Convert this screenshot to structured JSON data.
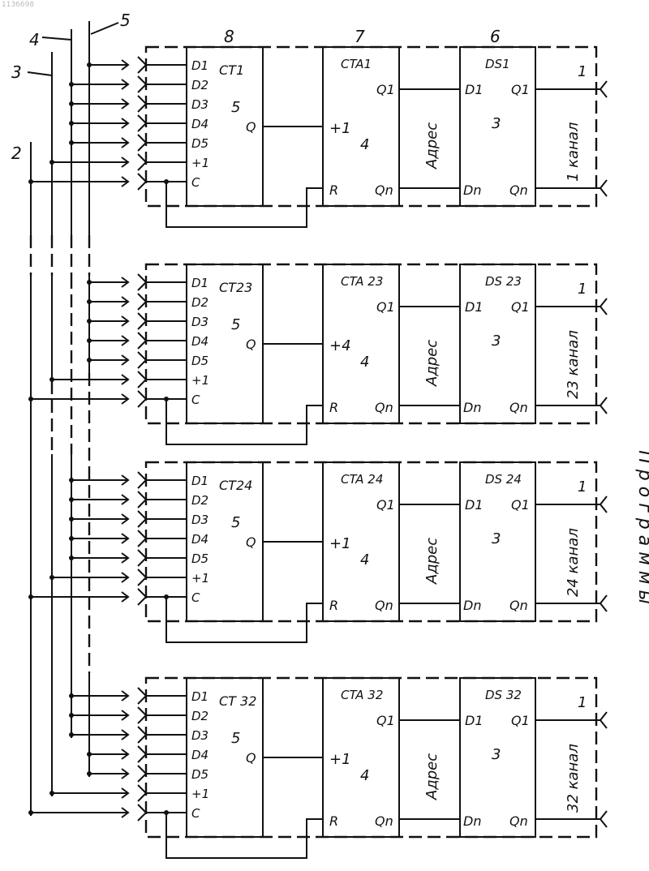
{
  "corner_id": "1136698",
  "bus_labels": [
    "2",
    "3",
    "4",
    "5"
  ],
  "column_labels": [
    "8",
    "7",
    "6",
    "1"
  ],
  "side_label": "П р о г р а м м ы",
  "counter_inputs": [
    "D1",
    "D2",
    "D3",
    "D4",
    "D5",
    "+1",
    "C"
  ],
  "counter_output": "Q",
  "counter_number": "5",
  "adder_number": "4",
  "adder_inputs": [
    "+1",
    "R"
  ],
  "adder_outputs": [
    "Q1",
    "Qn"
  ],
  "address_label": "Адрес",
  "decoder_number": "3",
  "decoder_inputs": [
    "D1",
    "Dn"
  ],
  "decoder_outputs": [
    "Q1",
    "Qn"
  ],
  "channels": [
    {
      "counter": "CT1",
      "adder": "CTA1",
      "adder_in": "+1",
      "decoder": "DS1",
      "channel": "1 канал"
    },
    {
      "counter": "CT23",
      "adder": "CTA 23",
      "adder_in": "+4",
      "decoder": "DS 23",
      "channel": "23 канал"
    },
    {
      "counter": "CT24",
      "adder": "CTA 24",
      "adder_in": "+1",
      "decoder": "DS 24",
      "channel": "24 канал"
    },
    {
      "counter": "CT 32",
      "adder": "CTA 32",
      "adder_in": "+1",
      "decoder": "DS 32",
      "channel": "32 канал"
    }
  ]
}
